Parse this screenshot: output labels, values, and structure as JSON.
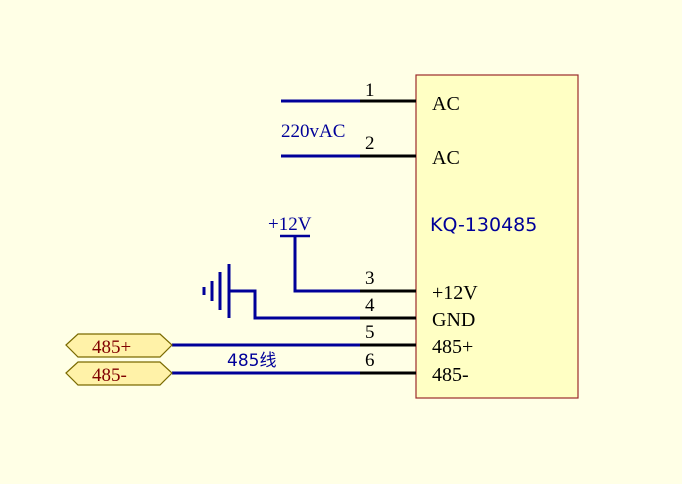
{
  "schematic": {
    "component": {
      "name": "KQ-130485",
      "pins": [
        {
          "number": "1",
          "label": "AC"
        },
        {
          "number": "2",
          "label": "AC"
        },
        {
          "number": "3",
          "label": "+12V"
        },
        {
          "number": "4",
          "label": "GND"
        },
        {
          "number": "5",
          "label": "485+"
        },
        {
          "number": "6",
          "label": "485-"
        }
      ]
    },
    "net_labels": {
      "ac_supply": "220vAC",
      "power": "+12V",
      "bus": "485线"
    },
    "ports": [
      {
        "label": "485+"
      },
      {
        "label": "485-"
      }
    ],
    "colors": {
      "background": "#FFFFE6",
      "component_fill": "#FFFFC4",
      "component_border": "#9B2B2B",
      "wire": "#000099",
      "pin": "#000000",
      "port_fill": "#FFF2A8",
      "port_border": "#7A6A00",
      "port_text": "#800000",
      "blue_text": "#000099",
      "black_text": "#000000"
    }
  }
}
